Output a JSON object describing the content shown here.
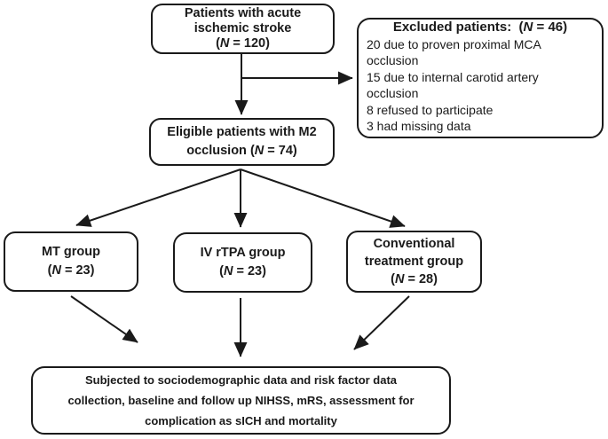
{
  "figure": {
    "title": "Patient enrollment flow diagram",
    "type": "flowchart"
  },
  "colors": {
    "background": "#ffffff",
    "stroke": "#1a1a1a",
    "text": "#1a1a1a"
  },
  "boxes": {
    "patients": {
      "semantic": "acute-ischemic-stroke-patients",
      "n": 120,
      "lines": [
        {
          "parts": [
            {
              "t": "Patients with acute"
            }
          ]
        },
        {
          "parts": [
            {
              "t": "ischemic stroke"
            }
          ]
        },
        {
          "parts": [
            {
              "t": "("
            },
            {
              "t": "N",
              "i": true
            },
            {
              "t": " = 120)"
            }
          ]
        }
      ]
    },
    "excluded": {
      "semantic": "excluded-patients",
      "n": 46,
      "lines": [
        {
          "parts": [
            {
              "t": "Excluded patients:  ("
            },
            {
              "t": "N",
              "i": true
            },
            {
              "t": " = 46)"
            }
          ],
          "header": true
        },
        {
          "parts": [
            {
              "t": "20 due to proven proximal MCA"
            }
          ],
          "bold": false,
          "align": "left"
        },
        {
          "parts": [
            {
              "t": "occlusion"
            }
          ],
          "bold": false,
          "align": "left"
        },
        {
          "parts": [
            {
              "t": "15 due to internal carotid artery"
            }
          ],
          "bold": false,
          "align": "left"
        },
        {
          "parts": [
            {
              "t": "occlusion"
            }
          ],
          "bold": false,
          "align": "left"
        },
        {
          "parts": [
            {
              "t": "8 refused to participate"
            }
          ],
          "bold": false,
          "align": "left"
        },
        {
          "parts": [
            {
              "t": "3 had missing data"
            }
          ],
          "bold": false,
          "align": "left"
        }
      ]
    },
    "eligible": {
      "semantic": "eligible-patients-m2-occlusion",
      "n": 74,
      "lines": [
        {
          "parts": [
            {
              "t": "Eligible patients with M2"
            }
          ]
        },
        {
          "parts": [
            {
              "t": "occlusion ("
            },
            {
              "t": "N",
              "i": true
            },
            {
              "t": " = 74)"
            }
          ]
        }
      ]
    },
    "mt": {
      "semantic": "mt-group",
      "n": 23,
      "lines": [
        {
          "parts": [
            {
              "t": "MT group"
            }
          ]
        },
        {
          "parts": [
            {
              "t": "("
            },
            {
              "t": "N",
              "i": true
            },
            {
              "t": " = 23)"
            }
          ]
        }
      ]
    },
    "ivrtpa": {
      "semantic": "iv-rtpa-group",
      "n": 23,
      "lines": [
        {
          "parts": [
            {
              "t": "IV rTPA group"
            }
          ]
        },
        {
          "parts": [
            {
              "t": "("
            },
            {
              "t": "N",
              "i": true
            },
            {
              "t": " = 23)"
            }
          ]
        }
      ]
    },
    "conv": {
      "semantic": "conventional-treatment-group",
      "n": 28,
      "lines": [
        {
          "parts": [
            {
              "t": "Conventional"
            }
          ]
        },
        {
          "parts": [
            {
              "t": "treatment group"
            }
          ]
        },
        {
          "parts": [
            {
              "t": "("
            },
            {
              "t": "N",
              "i": true
            },
            {
              "t": " = 28)"
            }
          ]
        }
      ]
    },
    "outcome": {
      "semantic": "study-assessments",
      "lines": [
        {
          "parts": [
            {
              "t": "Subjected to sociodemographic data and risk factor data"
            }
          ]
        },
        {
          "parts": [
            {
              "t": "collection, baseline and follow up NIHSS, mRS, assessment for"
            }
          ]
        },
        {
          "parts": [
            {
              "t": "complication as sICH and mortality"
            }
          ]
        }
      ]
    }
  },
  "arrows": [
    {
      "from": "patients",
      "to": "eligible"
    },
    {
      "from": "patients",
      "to": "excluded"
    },
    {
      "from": "eligible",
      "to": "mt"
    },
    {
      "from": "eligible",
      "to": "ivrtpa"
    },
    {
      "from": "eligible",
      "to": "conv"
    },
    {
      "from": "mt",
      "to": "outcome"
    },
    {
      "from": "ivrtpa",
      "to": "outcome"
    },
    {
      "from": "conv",
      "to": "outcome"
    }
  ]
}
